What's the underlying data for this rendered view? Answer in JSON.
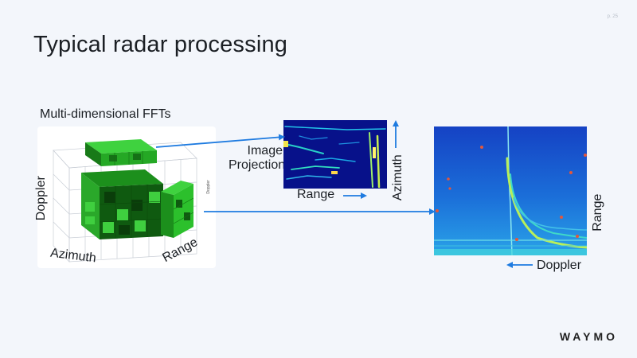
{
  "slide": {
    "page_number": "p. 25",
    "title": "Typical radar processing",
    "cube_caption": "Multi-dimensional FFTs",
    "cube_axis_doppler": "Doppler",
    "cube_axis_azimuth": "Azimuth",
    "cube_axis_range": "Range",
    "cube_side_tiny_label": "Doppler",
    "image_projections_label": "Image\nProjections",
    "proj_x_label": "Range",
    "proj_y_label": "Azimuth",
    "rd_y_label": "Range",
    "rd_x_label": "Doppler",
    "logo": "WAYMO"
  },
  "colors": {
    "arrow_blue": "#1e7be0",
    "cube_green": "#2db82d",
    "cube_dark_green": "#0f5a10",
    "heatmap_blue": "#1451c9"
  }
}
